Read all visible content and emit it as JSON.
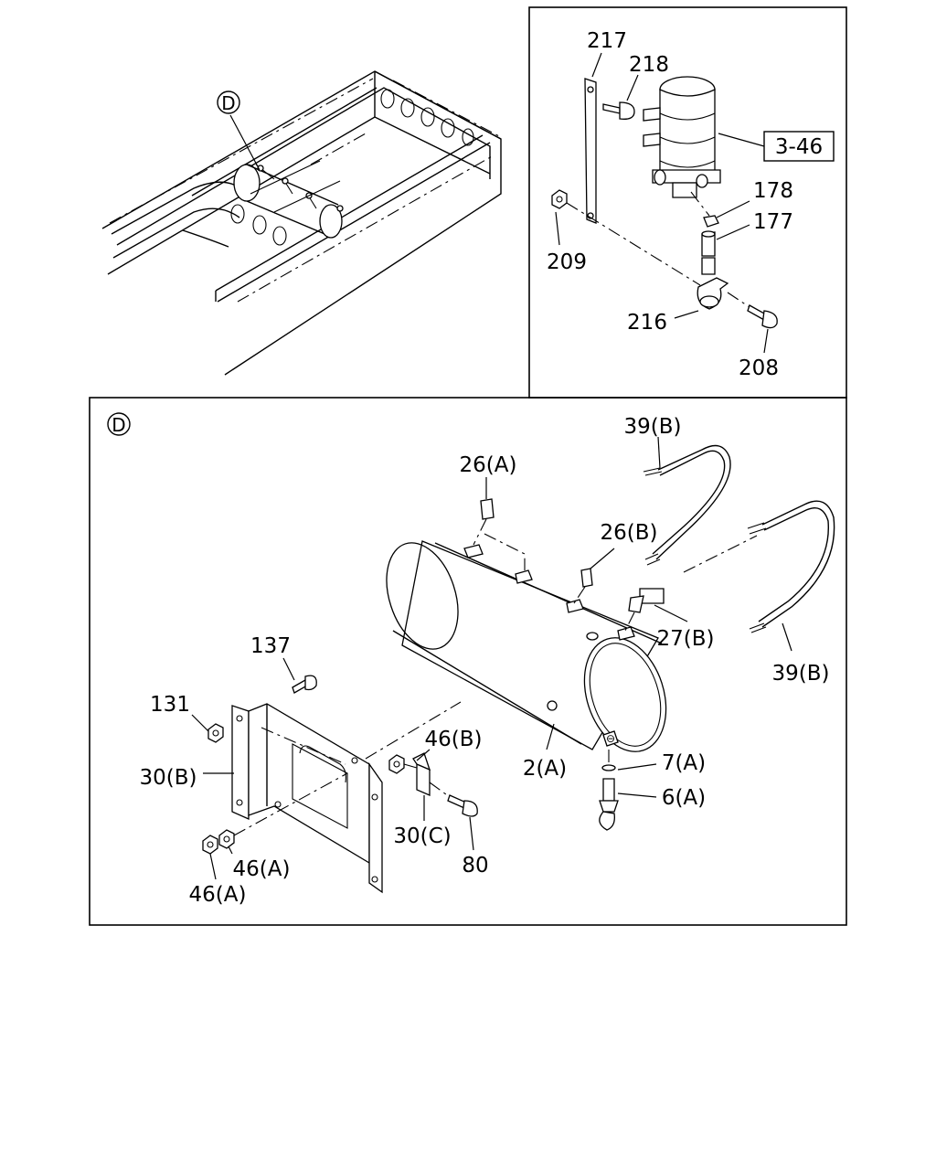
{
  "detail_marker": "D",
  "labels": {
    "p217": "217",
    "p218": "218",
    "ref_3_46": "3-46",
    "p178": "178",
    "p177": "177",
    "p209": "209",
    "p216": "216",
    "p208": "208",
    "p39b_top": "39(B)",
    "p26a": "26(A)",
    "p26b": "26(B)",
    "p27b": "27(B)",
    "p39b_bottom": "39(B)",
    "p137": "137",
    "p131": "131",
    "p30b": "30(B)",
    "p46b": "46(B)",
    "p2a": "2(A)",
    "p7a": "7(A)",
    "p6a": "6(A)",
    "p30c": "30(C)",
    "p80": "80",
    "p46a_1": "46(A)",
    "p46a_2": "46(A)"
  }
}
